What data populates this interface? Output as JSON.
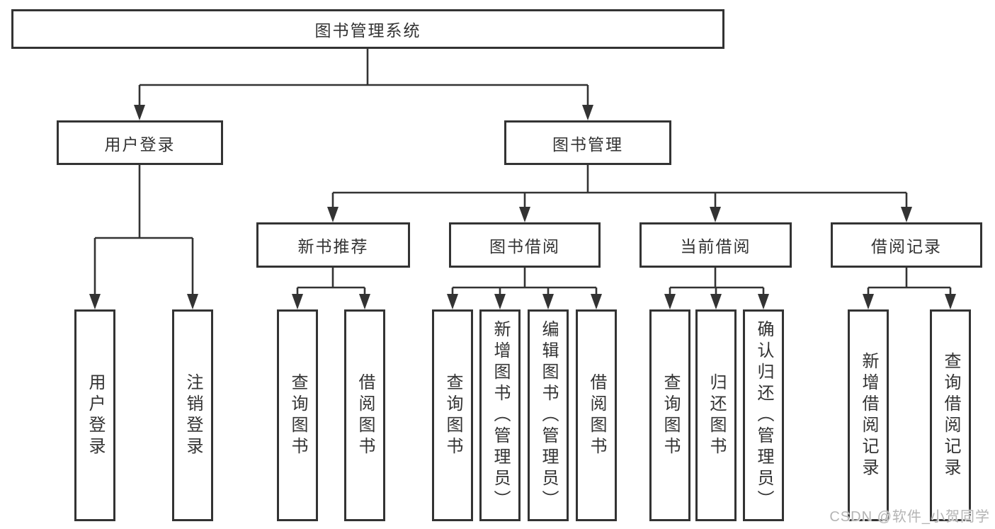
{
  "diagram": {
    "root": {
      "label": "图书管理系统"
    },
    "branches": [
      {
        "label": "用户登录",
        "children": [
          {
            "label": "用户登录"
          },
          {
            "label": "注销登录"
          }
        ]
      },
      {
        "label": "图书管理",
        "children": [
          {
            "label": "新书推荐",
            "children": [
              {
                "label": "查询图书"
              },
              {
                "label": "借阅图书"
              }
            ]
          },
          {
            "label": "图书借阅",
            "children": [
              {
                "label": "查询图书"
              },
              {
                "label": "新增图书（管理员）"
              },
              {
                "label": "编辑图书（管理员）"
              },
              {
                "label": "借阅图书"
              }
            ]
          },
          {
            "label": "当前借阅",
            "children": [
              {
                "label": "查询图书"
              },
              {
                "label": "归还图书"
              },
              {
                "label": "确认归还（管理员）"
              }
            ]
          },
          {
            "label": "借阅记录",
            "children": [
              {
                "label": "新增借阅记录"
              },
              {
                "label": "查询借阅记录"
              }
            ]
          }
        ]
      }
    ]
  },
  "watermark": {
    "text": "CSDN @软件_小贺同学"
  },
  "colors": {
    "line": "#333333",
    "box_border": "#333333",
    "text": "#333333",
    "background": "#ffffff",
    "watermark": "#b4b4b4"
  }
}
